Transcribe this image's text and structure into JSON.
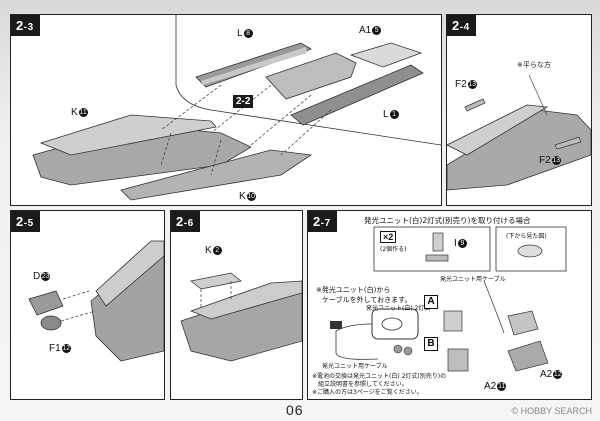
{
  "page": {
    "number": "06",
    "watermark": "© HOBBY SEARCH"
  },
  "panels": {
    "p23": {
      "step_main": "2",
      "step_sub": "-3",
      "labels": {
        "l8": "L",
        "l8n": "8",
        "a15": "A1",
        "a15n": "5",
        "l1": "L",
        "l1n": "1",
        "k11": "K",
        "k11n": "11",
        "k10": "K",
        "k10n": "10",
        "ref22": "2-2"
      }
    },
    "p24": {
      "step_main": "2",
      "step_sub": "-4",
      "labels": {
        "flat": "※平らな方",
        "f2a": "F2",
        "f2an": "13",
        "f2b": "F2",
        "f2bn": "13"
      }
    },
    "p25": {
      "step_main": "2",
      "step_sub": "-5",
      "labels": {
        "d": "D",
        "dn": "23",
        "f1": "F1",
        "f1n": "12"
      }
    },
    "p26": {
      "step_main": "2",
      "step_sub": "-6",
      "labels": {
        "k2": "K",
        "k2n": "2"
      }
    },
    "p27": {
      "step_main": "2",
      "step_sub": "-7",
      "title": "発光ユニット(白)2灯式(別売り)を取り付ける場合",
      "labels": {
        "x2": "×2",
        "x2note": "(2個作る)",
        "i9": "I",
        "i9n": "9",
        "below": "(下から見た図)",
        "cable": "発光ユニット用ケーブル",
        "unit_note1": "※発光ユニット(白)から",
        "unit_note2": "ケーブルを外しておきます。",
        "unit_name": "発光ユニット(白) 2灯式",
        "cable2": "発光ユニット用ケーブル",
        "a": "A",
        "b": "B",
        "a2a": "A2",
        "a2an": "11",
        "a2b": "A2",
        "a2bn": "12",
        "bat1": "※電池の交換は発光ユニット(白) 2灯式(別売り)の",
        "bat2": "　組立説明書を参照してください。",
        "bat3": "※ご購入の方は3ページをご覧ください。"
      }
    }
  }
}
